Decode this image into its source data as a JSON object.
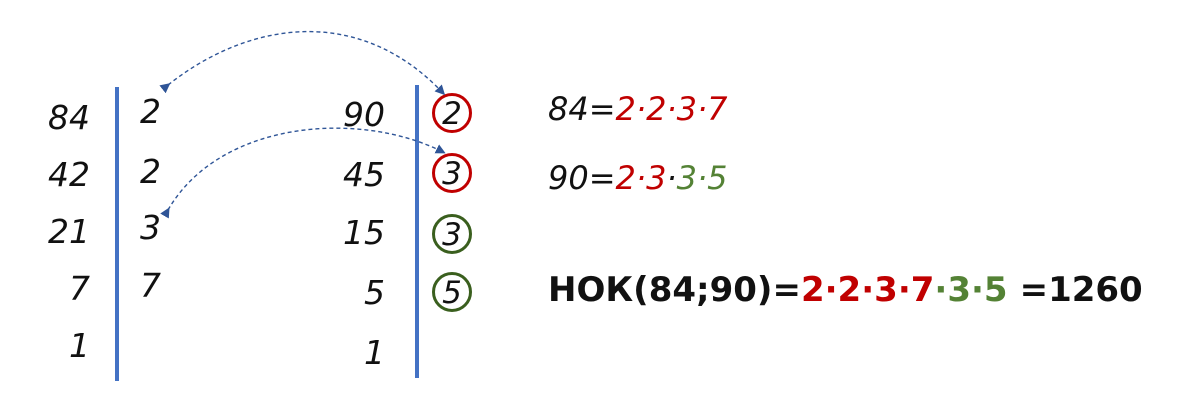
{
  "colors": {
    "line": "#4472c4",
    "red": "#c00000",
    "green": "#548235",
    "text": "#111111",
    "arrow": "#2f5597"
  },
  "left_column": {
    "dividends": [
      "84",
      "42",
      "21",
      "7",
      "1"
    ],
    "divisors": [
      "2",
      "2",
      "3",
      "7"
    ]
  },
  "right_column": {
    "dividends": [
      "90",
      "45",
      "15",
      "5",
      "1"
    ],
    "divisors": [
      {
        "value": "2",
        "ring": "red"
      },
      {
        "value": "3",
        "ring": "red"
      },
      {
        "value": "3",
        "ring": "green"
      },
      {
        "value": "5",
        "ring": "green"
      }
    ]
  },
  "equations": {
    "eq1": {
      "lhs": "84=",
      "factors": [
        {
          "t": "2",
          "c": "red"
        },
        {
          "t": "·",
          "c": "red"
        },
        {
          "t": "2",
          "c": "red"
        },
        {
          "t": "·",
          "c": "red"
        },
        {
          "t": "3",
          "c": "red"
        },
        {
          "t": "·",
          "c": "red"
        },
        {
          "t": "7",
          "c": "red"
        }
      ]
    },
    "eq2": {
      "lhs": "90=",
      "factors": [
        {
          "t": "2",
          "c": "red"
        },
        {
          "t": "·",
          "c": "red"
        },
        {
          "t": "3",
          "c": "red"
        },
        {
          "t": "·",
          "c": "text"
        },
        {
          "t": "3",
          "c": "green"
        },
        {
          "t": "·",
          "c": "green"
        },
        {
          "t": "5",
          "c": "green"
        }
      ]
    },
    "lcm": {
      "lhs": "НОК(84;90)=",
      "factors": [
        {
          "t": "2",
          "c": "red"
        },
        {
          "t": "·",
          "c": "red"
        },
        {
          "t": "2",
          "c": "red"
        },
        {
          "t": "·",
          "c": "red"
        },
        {
          "t": "3",
          "c": "red"
        },
        {
          "t": "·",
          "c": "red"
        },
        {
          "t": "7",
          "c": "red"
        },
        {
          "t": "·",
          "c": "green"
        },
        {
          "t": "3",
          "c": "green"
        },
        {
          "t": "·",
          "c": "green"
        },
        {
          "t": "5",
          "c": "green"
        }
      ],
      "result": "=1260"
    }
  }
}
